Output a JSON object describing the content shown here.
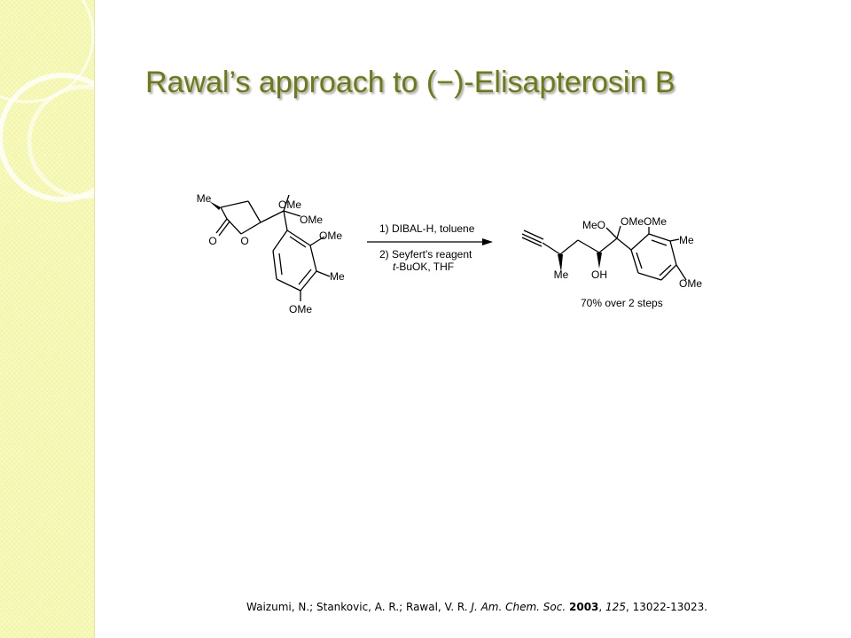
{
  "slide": {
    "title": "Rawal’s approach to (−)-Elisapterosin B"
  },
  "scheme": {
    "starting_material": {
      "labels": {
        "me": "Me",
        "ome_1": "OMe",
        "ome_2": "OMe",
        "ome_3": "OMe",
        "me_ring": "Me",
        "ome_para": "OMe",
        "carbonyl_o": "O",
        "ring_o": "O"
      }
    },
    "step_1": "1) DIBAL-H, toluene",
    "step_2": "2) Seyfert's reagent",
    "step_2b_prefix": "t",
    "step_2b_rest": "-BuOK, THF",
    "product": {
      "labels": {
        "meo": "MeO",
        "ome_1": "OMe",
        "ome_2": "OMe",
        "me_ring": "Me",
        "ome_para": "OMe",
        "me": "Me",
        "oh": "OH"
      }
    },
    "yield": "70% over 2 steps"
  },
  "citation": {
    "authors": "Waizumi, N.; Stankovic, A. R.; Rawal, V. R. ",
    "journal": "J. Am. Chem. Soc.",
    "year": "2003",
    "volume": "125",
    "pages": ", 13022-13023."
  }
}
